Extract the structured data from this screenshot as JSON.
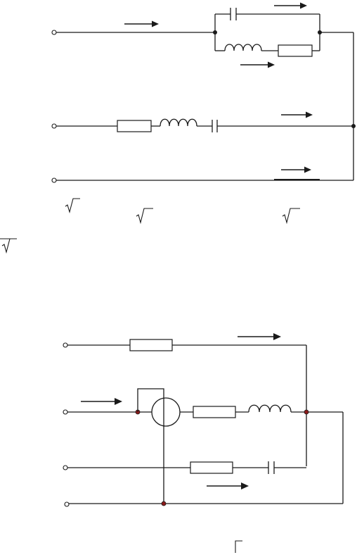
{
  "diagram_1": {
    "phases": [
      {
        "id": "top",
        "elements": [
          "capacitor",
          "inductor",
          "resistor"
        ]
      },
      {
        "id": "middle",
        "elements": [
          "resistor",
          "inductor",
          "capacitor"
        ]
      },
      {
        "id": "bottom",
        "elements": []
      }
    ],
    "radicals": [
      "√",
      "√",
      "√",
      "√"
    ]
  },
  "diagram_2": {
    "phases": [
      {
        "id": "top",
        "elements": [
          "resistor"
        ]
      },
      {
        "id": "middle",
        "elements": [
          "wattmeter",
          "resistor",
          "inductor"
        ]
      },
      {
        "id": "lower",
        "elements": [
          "resistor",
          "capacitor"
        ]
      },
      {
        "id": "neutral",
        "elements": []
      }
    ],
    "meter_symbol": "wattmeter-circle",
    "bracket_mark": "Γ"
  }
}
